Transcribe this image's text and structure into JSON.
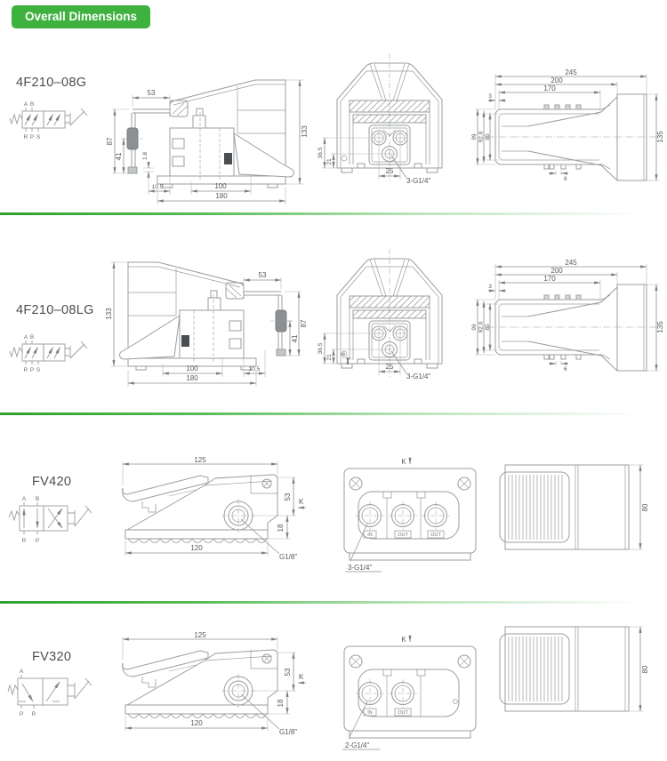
{
  "header": {
    "title": "Overall Dimensions"
  },
  "rows": [
    {
      "model": "4F210–08G",
      "symbol": {
        "top": [
          "A",
          "B"
        ],
        "bottom": [
          "R",
          "P",
          "S"
        ]
      },
      "side": {
        "pedal_depth": "53",
        "height_back": "87",
        "height_mid": "41",
        "plate_t": "1.8",
        "offset": "10.5",
        "span": "100",
        "base": "180",
        "total_h": "133"
      },
      "front": {
        "upper": "36.5",
        "lower": "21",
        "pitch": "25",
        "thread": "3-G1/4\""
      },
      "top": {
        "total": "245",
        "cover": "200",
        "body": "170",
        "wall": "3",
        "w_outer": "99",
        "w_mid": "92.6",
        "w_inner": "85",
        "tab": "6",
        "pedal": "135"
      }
    },
    {
      "model": "4F210–08LG",
      "symbol": {
        "top": [
          "A",
          "B"
        ],
        "bottom": [
          "R",
          "P",
          "S"
        ]
      },
      "side": {
        "pedal_depth": "53",
        "height_back": "87",
        "height_mid": "41",
        "offset": "10.5",
        "span": "100",
        "base": "180",
        "total_h": "133"
      },
      "front": {
        "upper": "36.5",
        "lower": "21",
        "pitch": "25",
        "edge": "6",
        "thread": "3-G1/4\""
      },
      "top": {
        "total": "245",
        "cover": "200",
        "body": "170",
        "wall": "3",
        "w_outer": "99",
        "w_mid": "92.6",
        "w_inner": "85",
        "tab": "6",
        "pedal": "135"
      }
    },
    {
      "model": "FV420",
      "symbol": {
        "top": [
          "A",
          "B"
        ],
        "bottom": [
          "R",
          "P"
        ]
      },
      "side": {
        "length": "125",
        "height": "53",
        "port_h": "18",
        "base": "120",
        "thread": "G1/8\"",
        "mark": "K"
      },
      "bottom": {
        "mark": "K",
        "ports": [
          "IN",
          "OUT",
          "OUT"
        ],
        "thread": "3-G1/4\""
      },
      "top": {
        "depth": "80"
      }
    },
    {
      "model": "FV320",
      "symbol": {
        "top": [
          "A"
        ],
        "bottom": [
          "P",
          "R"
        ]
      },
      "side": {
        "length": "125",
        "height": "53",
        "port_h": "18",
        "base": "120",
        "thread": "G1/8\"",
        "mark": "K"
      },
      "bottom": {
        "mark": "K",
        "ports": [
          "IN",
          "OUT"
        ],
        "thread": "2-G1/4\""
      },
      "top": {
        "depth": "80"
      }
    }
  ]
}
